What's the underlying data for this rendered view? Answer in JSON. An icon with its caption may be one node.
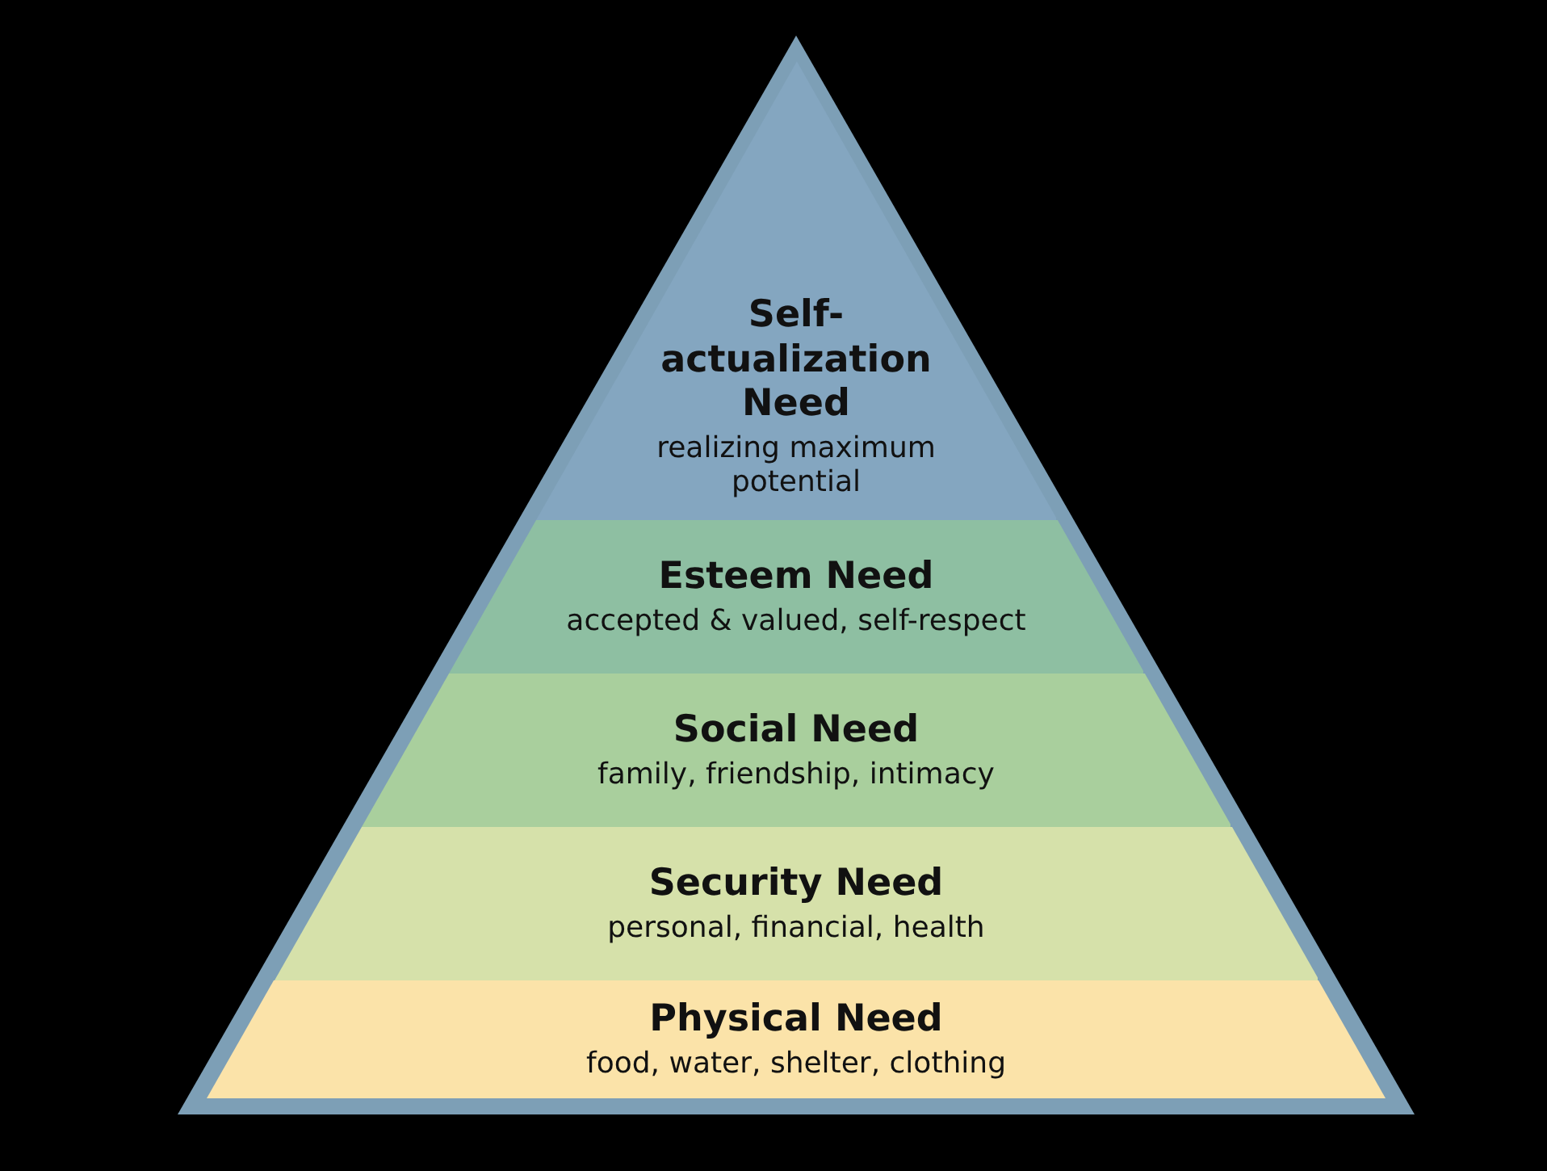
{
  "diagram": {
    "nodes": [
      {
        "text": [
          "Self-actualization Need",
          "realizing maximum potential"
        ]
      },
      {
        "text": [
          "Esteem Need",
          "accepted & valued, self-respect"
        ]
      },
      {
        "text": [
          "Social Need",
          "family, friendship, intimacy"
        ]
      },
      {
        "text": [
          "Security Need",
          "personal, financial, health"
        ]
      },
      {
        "text": [
          "Physical Need",
          "food, water, shelter, clothing"
        ]
      }
    ]
  }
}
